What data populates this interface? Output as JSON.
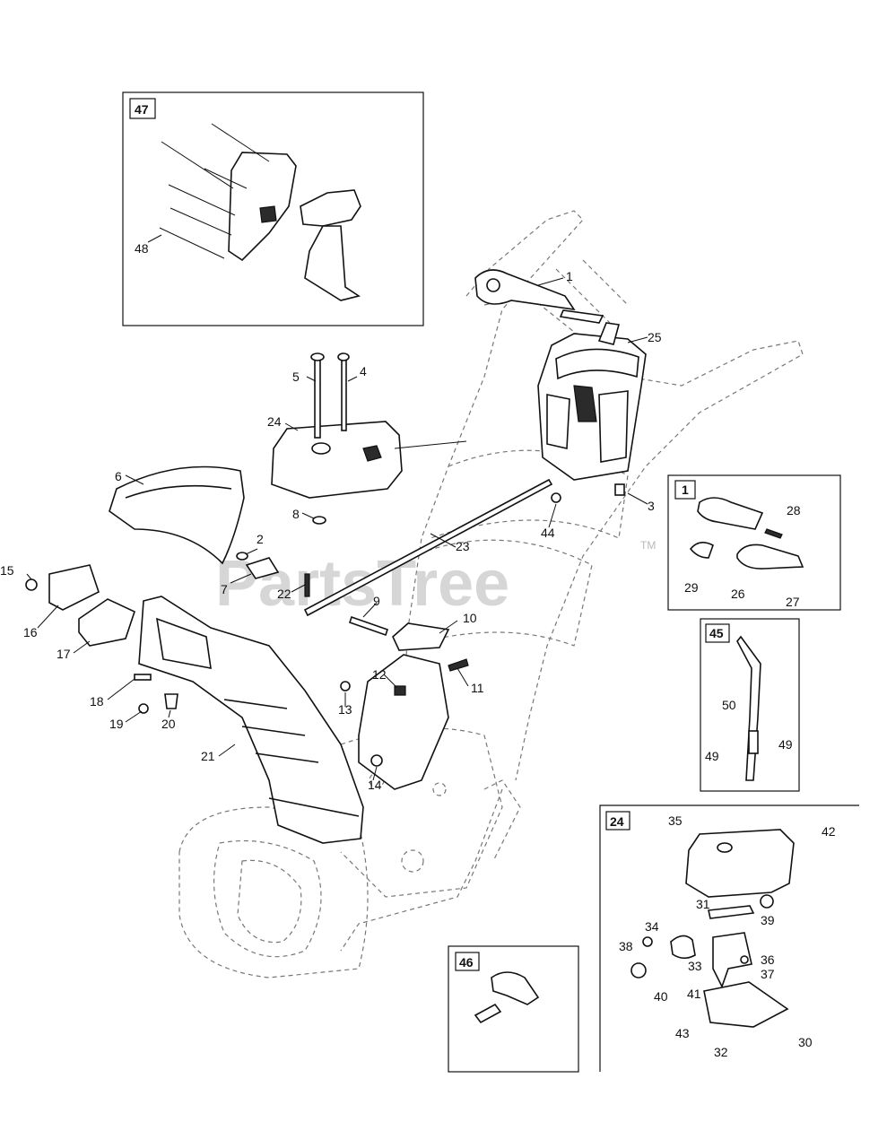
{
  "callouts": {
    "c1": "1",
    "c2": "2",
    "c3": "3",
    "c4": "4",
    "c5": "5",
    "c6": "6",
    "c7": "7",
    "c8": "8",
    "c9": "9",
    "c10": "10",
    "c11": "11",
    "c12": "12",
    "c13": "13",
    "c14": "14",
    "c15": "15",
    "c16": "16",
    "c17": "17",
    "c18": "18",
    "c19": "19",
    "c20": "20",
    "c21": "21",
    "c22": "22",
    "c23": "23",
    "c24": "24",
    "c25": "25",
    "c26": "26",
    "c27": "27",
    "c28": "28",
    "c29": "29",
    "c30": "30",
    "c31": "31",
    "c32": "32",
    "c33": "33",
    "c34": "34",
    "c35": "35",
    "c36": "36",
    "c37": "37",
    "c38": "38",
    "c39": "39",
    "c40": "40",
    "c41": "41",
    "c42": "42",
    "c43": "43",
    "c44": "44",
    "c48": "48",
    "c49a": "49",
    "c49b": "49",
    "c50": "50"
  },
  "insets": {
    "i47": "47",
    "i1": "1",
    "i45": "45",
    "i24": "24",
    "i46": "46"
  },
  "watermark": {
    "text": "PartsTree",
    "trademark": "TM"
  }
}
